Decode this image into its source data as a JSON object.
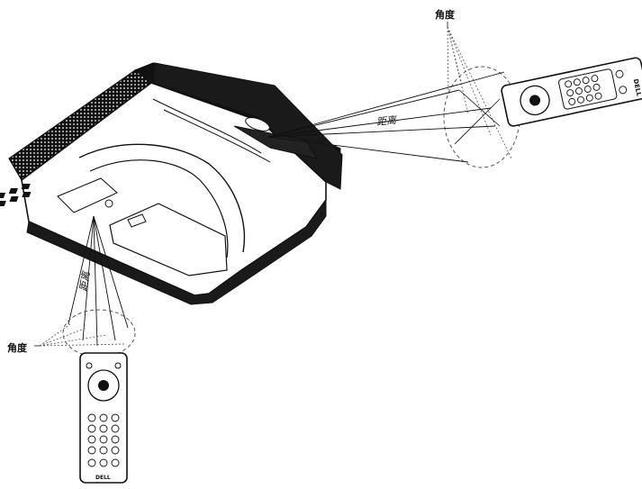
{
  "labels": {
    "angle_top": "角度",
    "distance_right": "距离",
    "distance_bottom": "距离",
    "angle_left": "角度"
  },
  "remote_brand": "DELL",
  "colors": {
    "line": "#111111",
    "dashed": "#555555",
    "projector_body": "#1a1a1a",
    "projector_face": "#ffffff"
  },
  "icons": {
    "projector": "projector-icon",
    "remote": "remote-control-icon"
  }
}
